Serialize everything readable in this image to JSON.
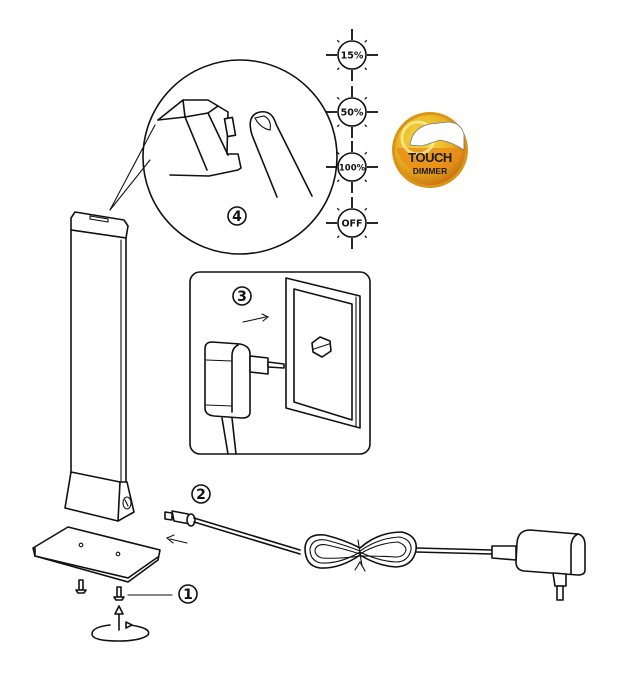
{
  "steps": [
    {
      "number": "1",
      "description_icon": "screw-base-step"
    },
    {
      "number": "2",
      "description_icon": "dc-plug-step"
    },
    {
      "number": "3",
      "description_icon": "wall-socket-step"
    },
    {
      "number": "4",
      "description_icon": "touch-button-step"
    }
  ],
  "dimmer_levels": [
    {
      "label": "15%"
    },
    {
      "label": "50%"
    },
    {
      "label": "100%"
    },
    {
      "label": "OFF"
    }
  ],
  "badge": {
    "line1": "TOUCH",
    "line2": "DIMMER",
    "colors": {
      "outer": "#e8a21c",
      "inner": "#f3d23a",
      "dark": "#c06a10"
    }
  },
  "colors": {
    "ink": "#111111",
    "background": "#ffffff"
  }
}
